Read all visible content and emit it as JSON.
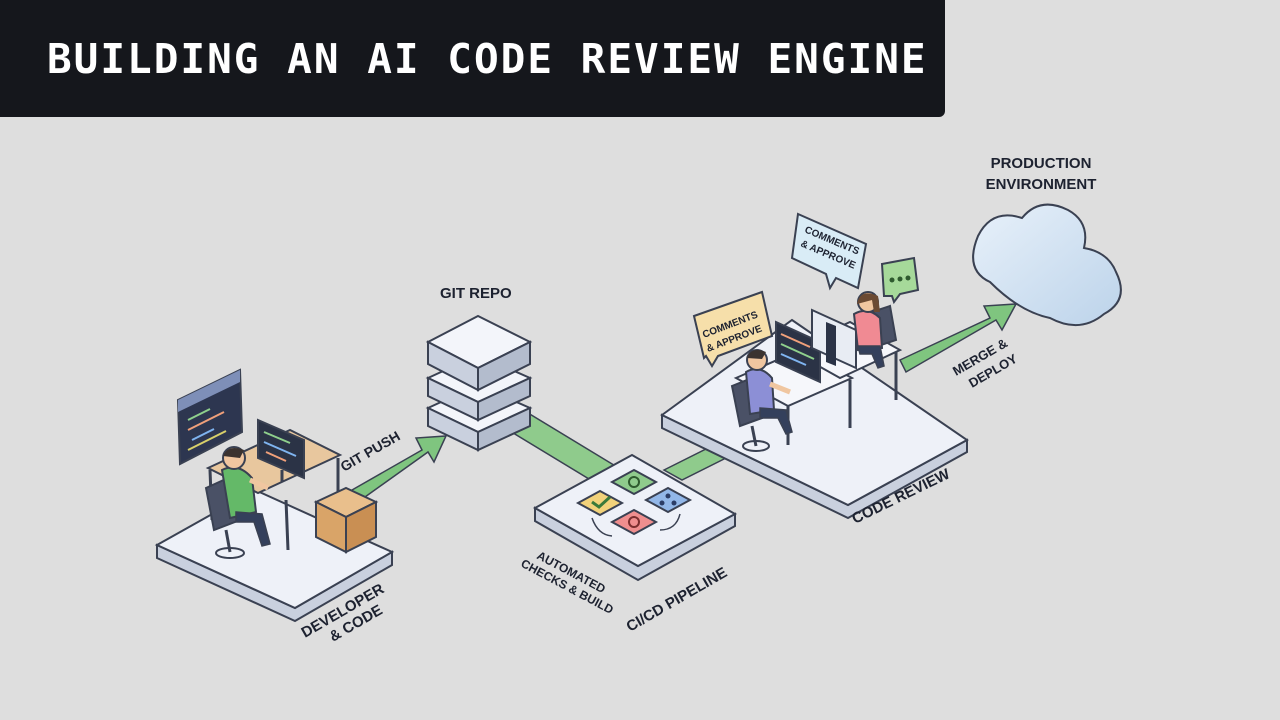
{
  "title": "BUILDING AN AI CODE REVIEW ENGINE",
  "labels": {
    "developer_line1": "DEVELOPER",
    "developer_line2": "& CODE",
    "git_push": "GIT PUSH",
    "git_repo": "GIT REPO",
    "automated_line1": "AUTOMATED",
    "automated_line2": "CHECKS & BUILD",
    "cicd": "CI/CD PIPELINE",
    "code_review": "CODE REVIEW",
    "merge_line1": "MERGE &",
    "merge_line2": "DEPLOY",
    "production_line1": "PRODUCTION",
    "production_line2": "ENVIRONMENT",
    "bubble_left_line1": "COMMENTS",
    "bubble_left_line2": "& APPROVE",
    "bubble_top_line1": "COMMENTS",
    "bubble_top_line2": "& APPROVE"
  },
  "colors": {
    "arrow_green": "#7fc57f",
    "platform": "#eef1f8",
    "platform_edge": "#3a4152",
    "cloud": "#d6e6f4",
    "desk": "#e8c79e",
    "dev_shirt": "#64b968",
    "reviewer_shirt": "#8c8fd6",
    "reviewer2_shirt": "#f08a93",
    "bubble_left": "#f6dfaa",
    "bubble_top": "#d9ecf6",
    "bubble_dots": "#a6d99a"
  }
}
